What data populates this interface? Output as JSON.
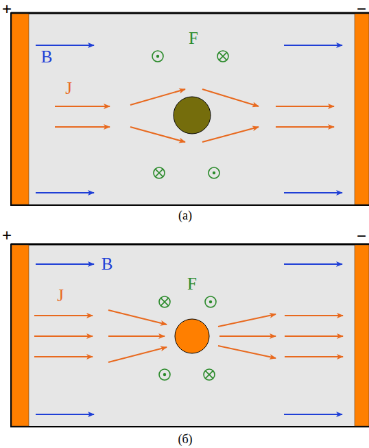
{
  "diagram": {
    "labels": [
      "+",
      "−",
      "B",
      "F",
      "J",
      "(а)",
      "+",
      "−",
      "B",
      "F",
      "J",
      "(б)"
    ]
  }
}
